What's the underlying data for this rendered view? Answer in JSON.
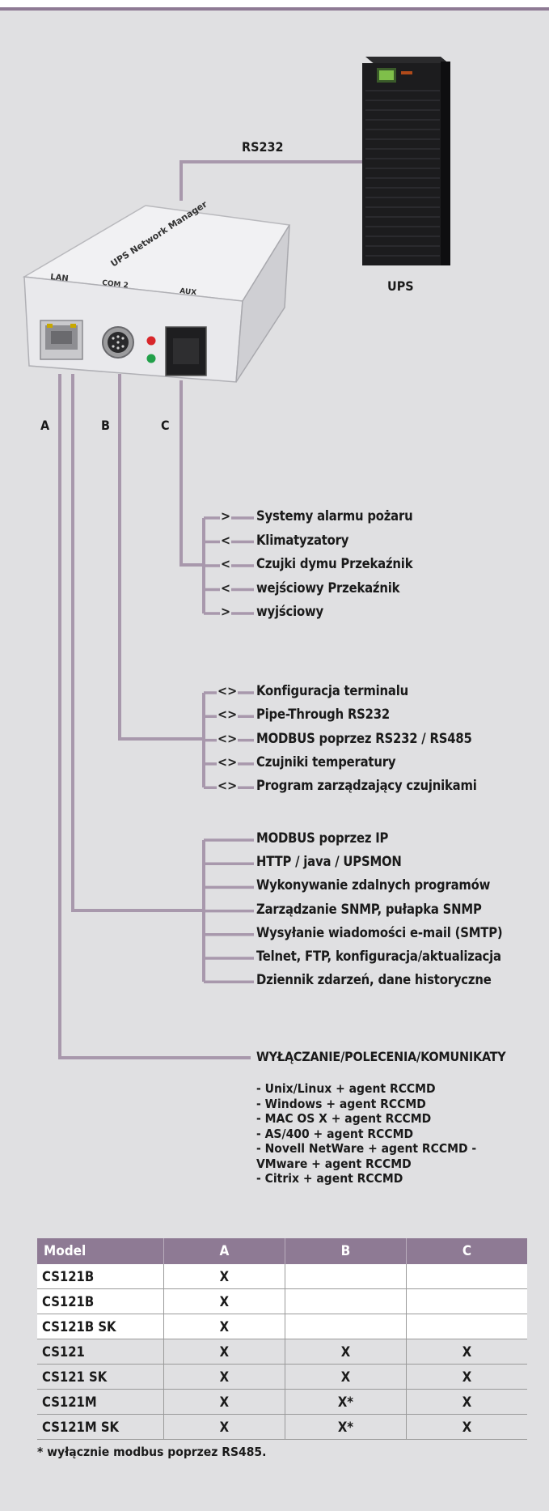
{
  "labels": {
    "rs232": "RS232",
    "ups": "UPS",
    "port_a": "A",
    "port_b": "B",
    "port_c": "C"
  },
  "device_text": {
    "name": "UPS Network Manager",
    "lan": "LAN",
    "com2": "COM 2",
    "aux": "AUX"
  },
  "group_c": [
    {
      "arrow": ">",
      "text": "Systemy alarmu pożaru"
    },
    {
      "arrow": "<",
      "text": "Klimatyzatory"
    },
    {
      "arrow": "<",
      "text": "Czujki dymu Przekaźnik"
    },
    {
      "arrow": "<",
      "text": "wejściowy Przekaźnik"
    },
    {
      "arrow": ">",
      "text": "wyjściowy"
    }
  ],
  "group_b": [
    {
      "arrow": "<>",
      "text": "Konfiguracja terminalu"
    },
    {
      "arrow": "<>",
      "text": "Pipe-Through RS232"
    },
    {
      "arrow": "<>",
      "text": "MODBUS poprzez RS232 / RS485"
    },
    {
      "arrow": "<>",
      "text": "Czujniki temperatury"
    },
    {
      "arrow": "<>",
      "text": "Program zarządzający czujnikami"
    }
  ],
  "group_a": [
    "MODBUS poprzez IP",
    "HTTP / java / UPSMON",
    "Wykonywanie zdalnych programów",
    "Zarządzanie SNMP, pułapka SNMP",
    "Wysyłanie wiadomości e-mail (SMTP)",
    "Telnet, FTP, konfiguracja/aktualizacja",
    "Dziennik zdarzeń, dane historyczne"
  ],
  "shutdown": {
    "title": "WYŁĄCZANIE/POLECENIA/KOMUNIKATY",
    "agents": [
      "- Unix/Linux + agent RCCMD",
      "- Windows + agent RCCMD",
      "- MAC OS X + agent RCCMD",
      "- AS/400 + agent RCCMD",
      "- Novell NetWare + agent RCCMD -",
      "VMware + agent RCCMD",
      "- Citrix + agent RCCMD"
    ]
  },
  "table": {
    "headers": [
      "Model",
      "A",
      "B",
      "C"
    ],
    "rows": [
      [
        "CS121B",
        "X",
        "",
        ""
      ],
      [
        "CS121B",
        "X",
        "",
        ""
      ],
      [
        "CS121B SK",
        "X",
        "",
        ""
      ],
      [
        "CS121",
        "X",
        "X",
        "X"
      ],
      [
        "CS121 SK",
        "X",
        "X",
        "X"
      ],
      [
        "CS121M",
        "X",
        "X*",
        "X"
      ],
      [
        "CS121M SK",
        "X",
        "X*",
        "X"
      ]
    ]
  },
  "footnote": "* wyłącznie modbus poprzez RS485.",
  "colors": {
    "accent": "#8e7a94",
    "wire": "#a898ac",
    "background": "#e0e0e2"
  }
}
